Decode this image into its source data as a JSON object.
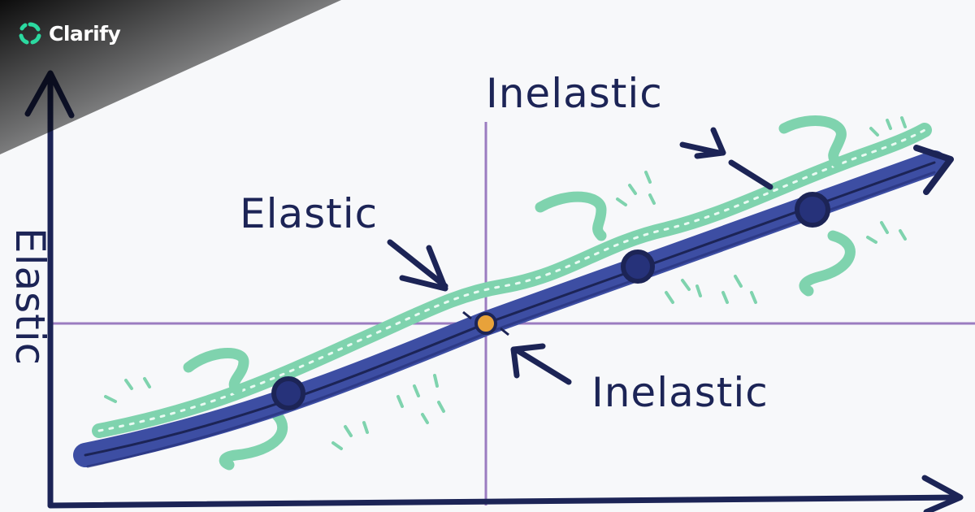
{
  "brand": {
    "name": "Clarify",
    "icon": "clarify-logo-icon"
  },
  "diagram": {
    "axis_y_label": "Elastic",
    "label_elastic": "Elastic",
    "label_inelastic_upper": "Inelastic",
    "label_inelastic_lower": "Inelastic"
  },
  "colors": {
    "background": "#f7f8fa",
    "ink": "#1c2456",
    "grid": "#9b7cc0",
    "blue_band": "#3d4ea3",
    "green_band": "#7fd3ae",
    "center_dot": "#e8a23a",
    "brand_accent": "#2bd9a0"
  }
}
